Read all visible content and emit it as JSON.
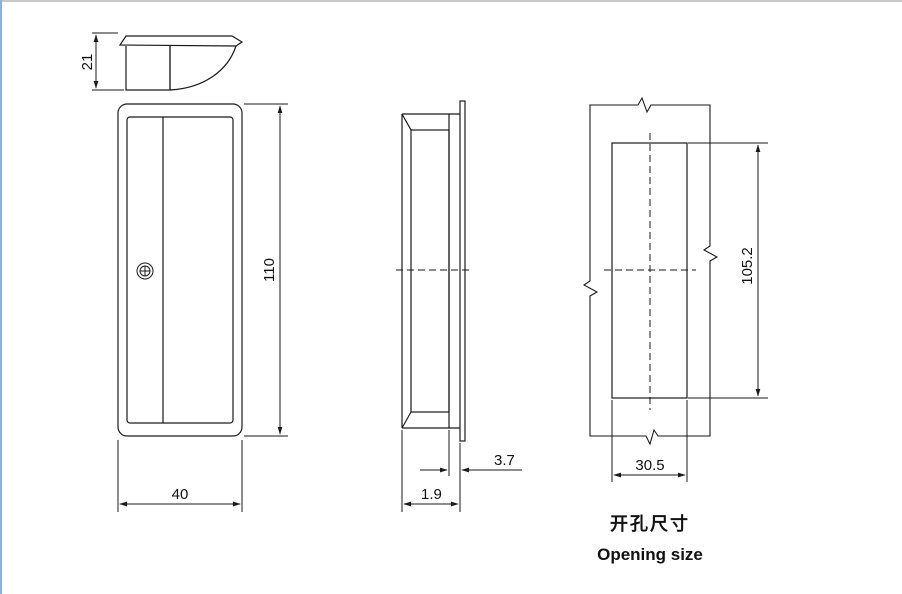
{
  "colors": {
    "line": "#1a1a1a",
    "accent_border": "#8fb0d8",
    "top_rule": "#c8c8c8"
  },
  "dimensions": {
    "height_small": "21",
    "length": "110",
    "width": "40",
    "flange": "3.7",
    "depth": "1.9",
    "cutout_length": "105.2",
    "cutout_width": "30.5"
  },
  "opening": {
    "title_cn": "开孔尺寸",
    "title_en": "Opening size"
  }
}
